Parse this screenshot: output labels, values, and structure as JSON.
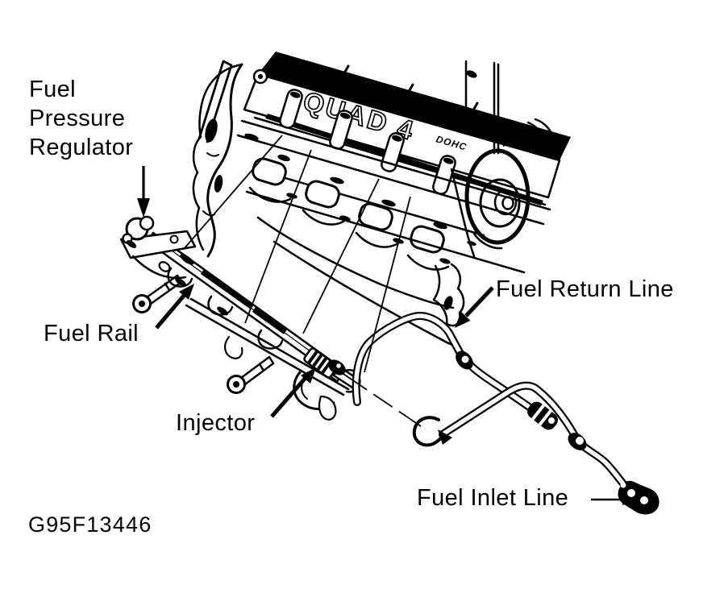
{
  "page": {
    "background": "#ffffff",
    "ink": "#000000"
  },
  "figure": {
    "code": "G95F13446",
    "engine_cover_text": "QUAD 4",
    "engine_cover_subtext": "DOHC",
    "labels": {
      "fuel_pressure_regulator": "Fuel\nPressure\nRegulator",
      "fuel_rail": "Fuel Rail",
      "injector": "Injector",
      "fuel_return_line": "Fuel Return Line",
      "fuel_inlet_line": "Fuel Inlet Line"
    }
  }
}
